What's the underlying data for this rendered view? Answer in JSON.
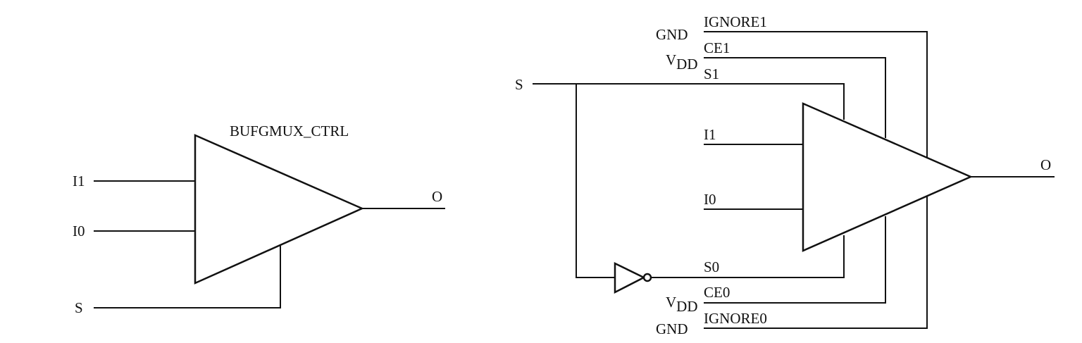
{
  "left_symbol": {
    "title": "BUFGMUX_CTRL",
    "inputs": {
      "i1": "I1",
      "i0": "I0",
      "s": "S"
    },
    "output": "O"
  },
  "right_circuit": {
    "select_input": "S",
    "output": "O",
    "mux_inputs": {
      "i1": "I1",
      "i0": "I0",
      "s1": "S1",
      "s0": "S0"
    },
    "top_controls": {
      "ignore_label": "IGNORE1",
      "ignore_source": "GND",
      "ce_label": "CE1",
      "ce_source_main": "V",
      "ce_source_sub": "DD"
    },
    "bottom_controls": {
      "ce_label": "CE0",
      "ce_source_main": "V",
      "ce_source_sub": "DD",
      "ignore_label": "IGNORE0",
      "ignore_source": "GND"
    }
  }
}
